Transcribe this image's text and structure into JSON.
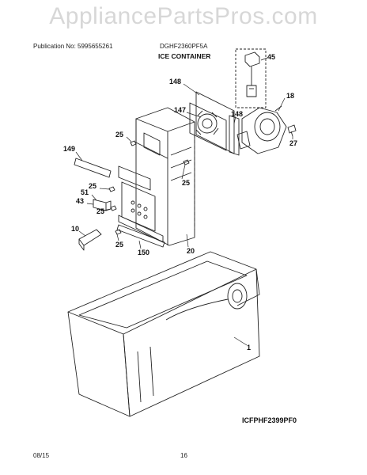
{
  "header": {
    "watermark": "AppliancePartsPros.com",
    "publication": "Publication No: 5995655261",
    "model": "DGHF2360PF5A",
    "section_title": "ICE CONTAINER"
  },
  "callouts": {
    "c45": "45",
    "c148a": "148",
    "c147": "147",
    "c148b": "148",
    "c18": "18",
    "c25a": "25",
    "c27": "27",
    "c149": "149",
    "c25b": "25",
    "c25c": "25",
    "c51": "51",
    "c43": "43",
    "c25d": "25",
    "c10": "10",
    "c25e": "25",
    "c150": "150",
    "c20": "20",
    "c1": "1"
  },
  "diagram_code": "ICFPHF2399PF0",
  "footer": {
    "date": "08/15",
    "page": "16"
  }
}
